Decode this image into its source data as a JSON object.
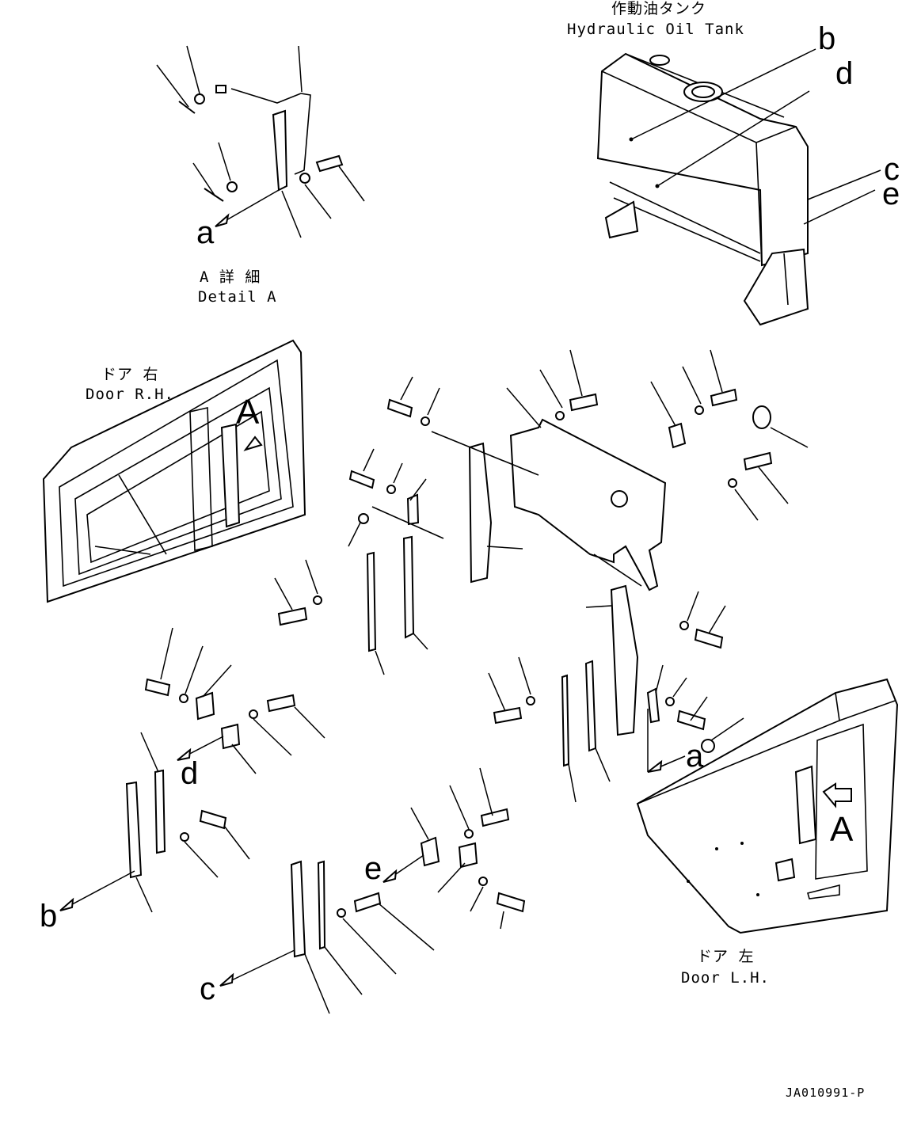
{
  "labels": {
    "hydraulic_tank_jp": "作動油タンク",
    "hydraulic_tank_en": "Hydraulic Oil Tank",
    "detail_jp": "A 詳 細",
    "detail_en": "Detail A",
    "door_rh_jp": "ドア 右",
    "door_rh_en": "Door R.H.",
    "door_lh_jp": "ドア 左",
    "door_lh_en": "Door L.H.",
    "drawing_code": "JA010991-P"
  },
  "callouts": {
    "a": "a",
    "b": "b",
    "c": "c",
    "d": "d",
    "e": "e",
    "A": "A"
  }
}
